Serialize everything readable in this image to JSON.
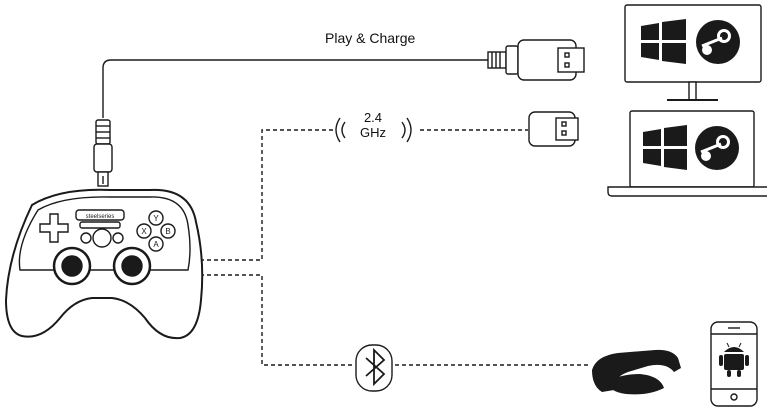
{
  "connections": {
    "wired": {
      "label": "Play & Charge"
    },
    "wireless": {
      "label_line1": "2.4",
      "label_line2": "GHz"
    },
    "bluetooth": {
      "icon": "bluetooth-icon"
    }
  },
  "controller": {
    "brand": "steelseries",
    "buttons": [
      "Y",
      "X",
      "B",
      "A"
    ]
  },
  "devices": [
    {
      "type": "desktop-monitor",
      "icons": [
        "windows-logo-icon",
        "steam-logo-icon"
      ]
    },
    {
      "type": "laptop",
      "icons": [
        "windows-logo-icon",
        "steam-logo-icon"
      ]
    },
    {
      "type": "vr-headset"
    },
    {
      "type": "smartphone",
      "icons": [
        "android-logo-icon"
      ]
    }
  ],
  "colors": {
    "line": "#1a1a1a",
    "fill": "#ffffff"
  }
}
